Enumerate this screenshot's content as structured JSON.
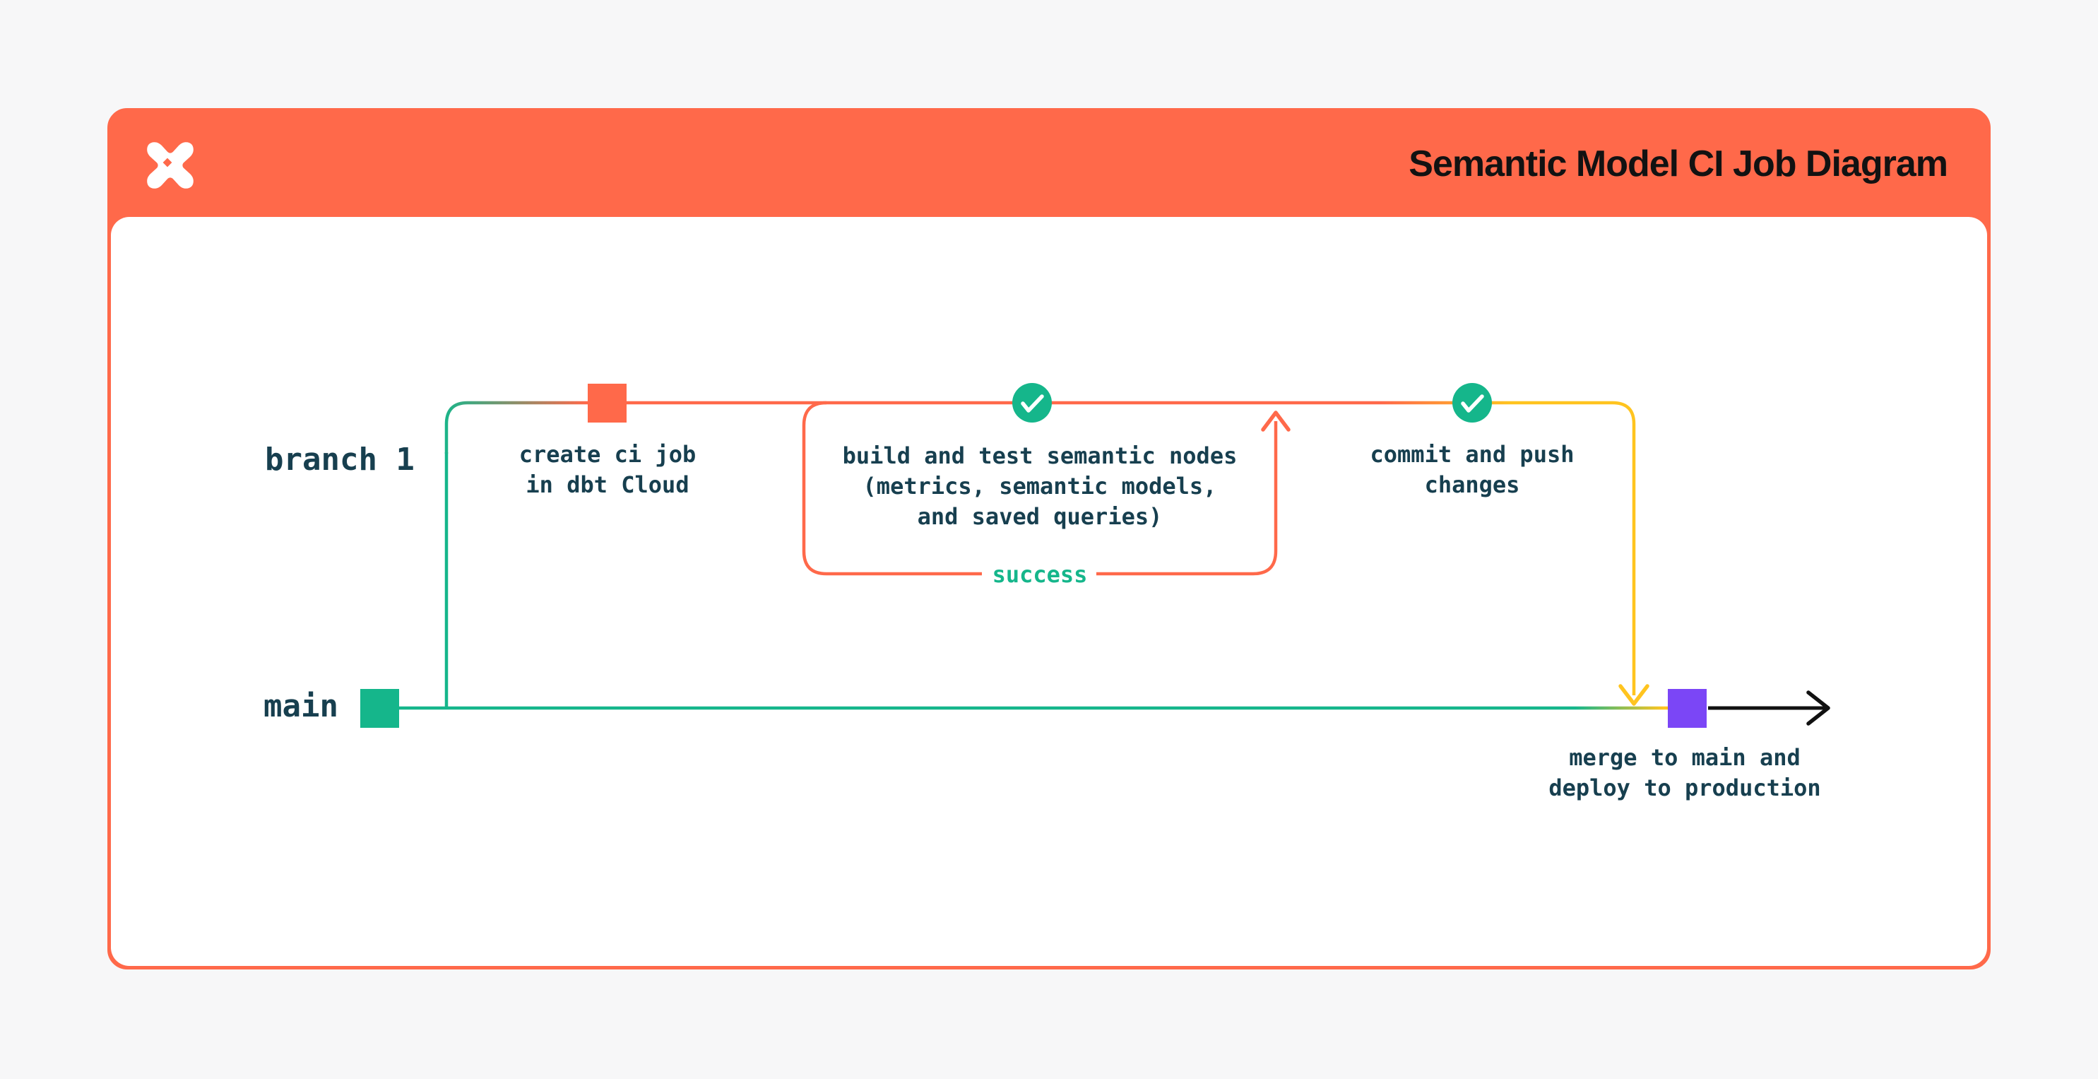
{
  "header": {
    "title": "Semantic Model CI Job Diagram",
    "logo": "dbt-logo",
    "background_color": "#ff694a",
    "title_color": "#121212"
  },
  "diagram": {
    "branch_labels": {
      "branch1": "branch 1",
      "main": "main"
    },
    "nodes": [
      {
        "id": "create-ci-job",
        "marker": "orange-square",
        "label": "create ci job\nin dbt Cloud"
      },
      {
        "id": "build-and-test",
        "marker": "check-circle",
        "label": "build and test semantic nodes\n(metrics, semantic models,\nand saved queries)"
      },
      {
        "id": "commit-and-push",
        "marker": "check-circle",
        "label": "commit and push\nchanges"
      },
      {
        "id": "merge-deploy",
        "marker": "purple-square",
        "label": "merge to main and\ndeploy to production"
      }
    ],
    "edge_labels": {
      "success": "success"
    },
    "colors": {
      "orange": "#ff694a",
      "emerald": "#15b68b",
      "yellow": "#ffc41f",
      "purple": "#7b46f6",
      "label_text": "#173f4f",
      "arrow_black": "#111111",
      "card_background": "#ffffff",
      "page_background": "#f7f7f8"
    }
  }
}
